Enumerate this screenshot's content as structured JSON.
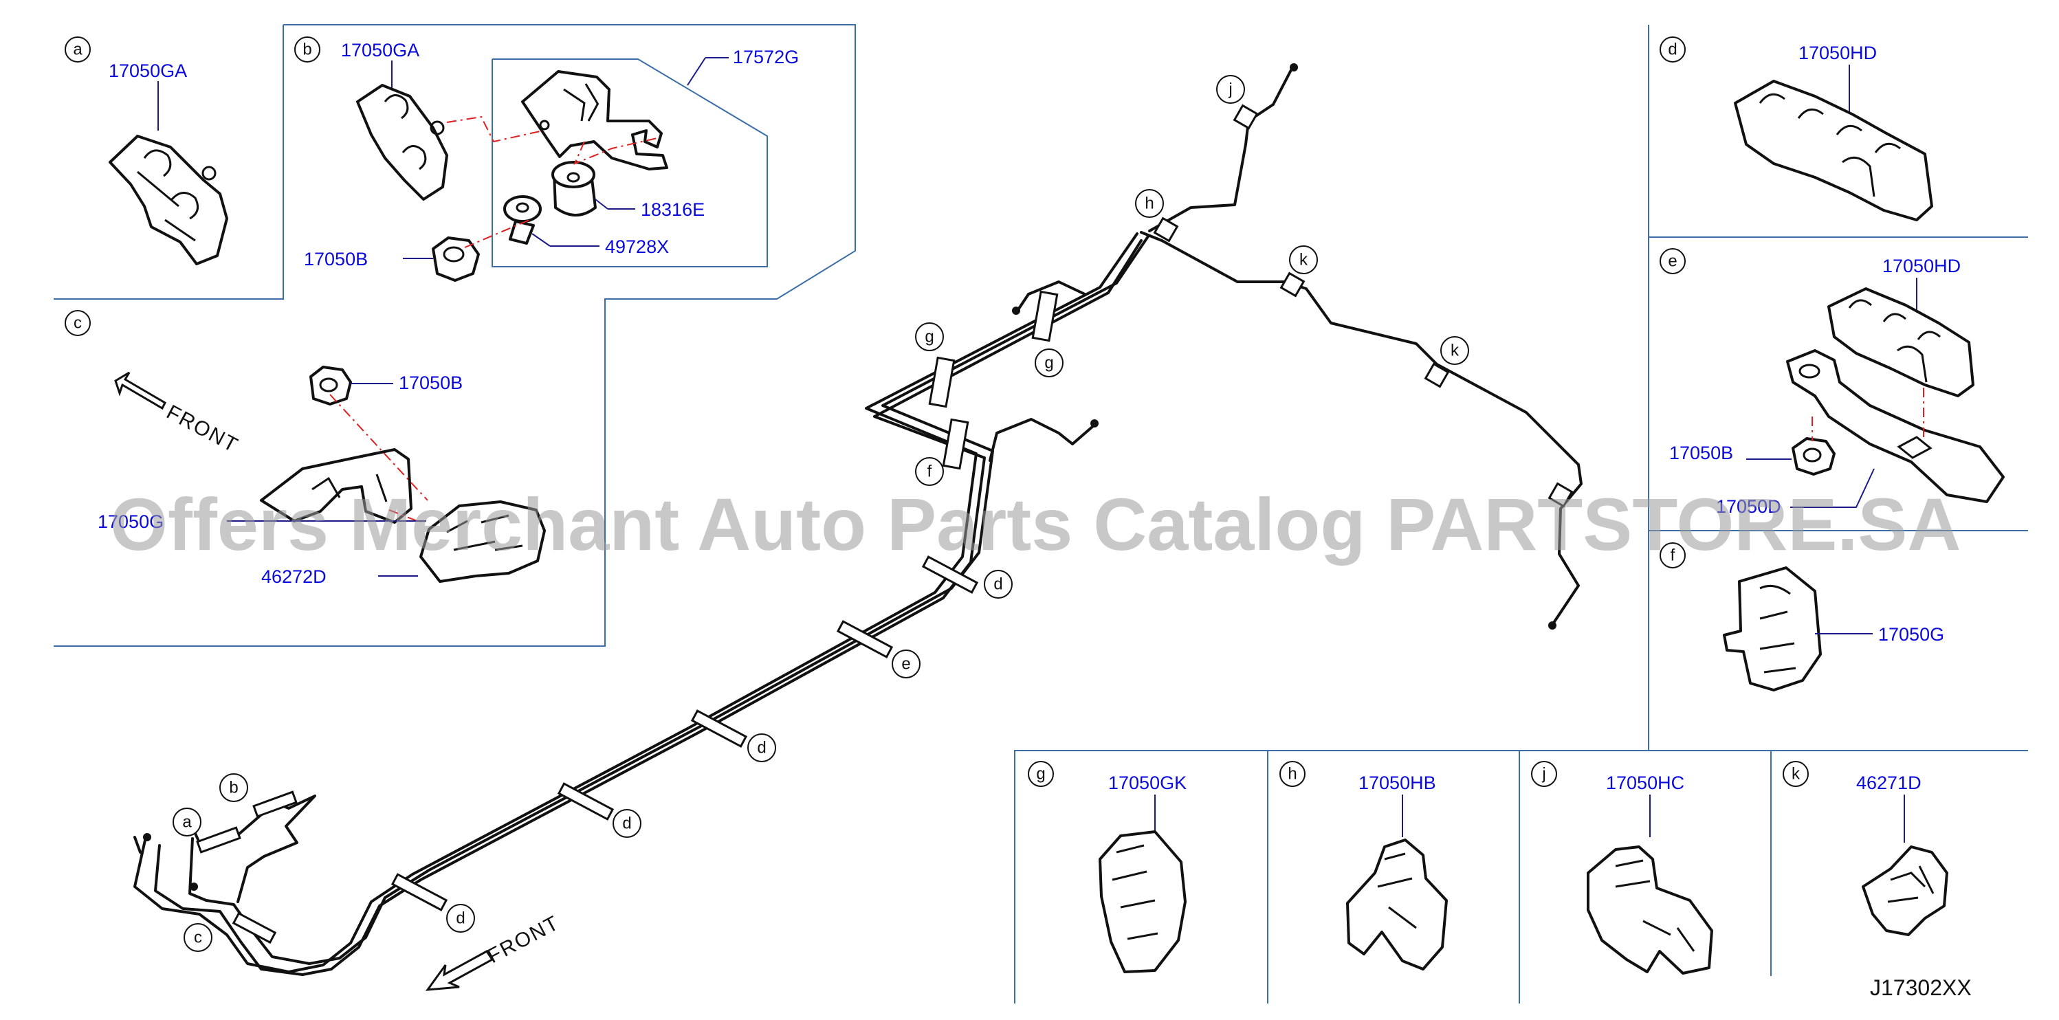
{
  "diagram_code": "J17302XX",
  "watermark": "Offers Merchant Auto Parts Catalog PARTSTORE.SA",
  "front_labels": [
    "FRONT",
    "FRONT"
  ],
  "panels": {
    "a": {
      "letter": "a",
      "parts": [
        "17050GA"
      ]
    },
    "b": {
      "letter": "b",
      "parts": [
        "17050GA",
        "17572G",
        "18316E",
        "49728X",
        "17050B"
      ]
    },
    "c": {
      "letter": "c",
      "parts": [
        "17050B",
        "17050G",
        "46272D"
      ]
    },
    "d": {
      "letter": "d",
      "parts": [
        "17050HD"
      ]
    },
    "e": {
      "letter": "e",
      "parts": [
        "17050HD",
        "17050B",
        "17050D"
      ]
    },
    "f": {
      "letter": "f",
      "parts": [
        "17050G"
      ]
    },
    "g": {
      "letter": "g",
      "parts": [
        "17050GK"
      ]
    },
    "h": {
      "letter": "h",
      "parts": [
        "17050HB"
      ]
    },
    "j": {
      "letter": "j",
      "parts": [
        "17050HC"
      ]
    },
    "k": {
      "letter": "k",
      "parts": [
        "46271D"
      ]
    }
  },
  "main_callouts": [
    "j",
    "h",
    "k",
    "k",
    "g",
    "g",
    "f",
    "d",
    "e",
    "d",
    "d",
    "d",
    "b",
    "a",
    "c"
  ]
}
